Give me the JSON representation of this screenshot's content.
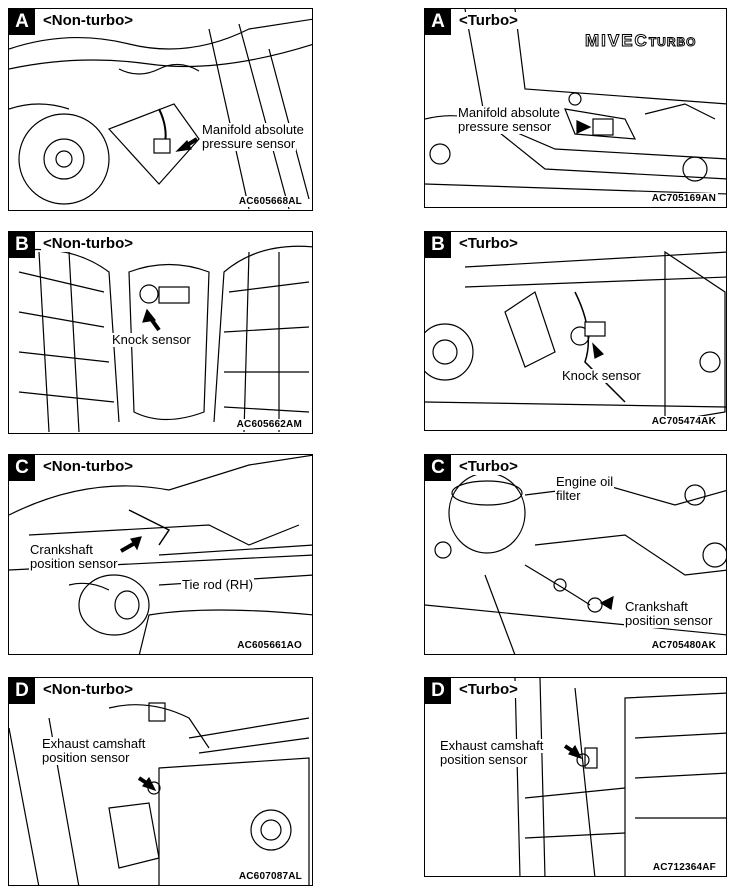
{
  "panels": [
    {
      "badge": "A",
      "variant": "<Non-turbo>",
      "code": "AC605668AL",
      "labels": [
        "Manifold absolute",
        "pressure sensor"
      ]
    },
    {
      "badge": "A",
      "variant": "<Turbo>",
      "code": "AC705169AN",
      "labels": [
        "Manifold absolute",
        "pressure sensor"
      ],
      "logo": "MIVEC",
      "logo_sub": "TURBO"
    },
    {
      "badge": "B",
      "variant": "<Non-turbo>",
      "code": "AC605662AM",
      "labels": [
        "Knock sensor"
      ]
    },
    {
      "badge": "B",
      "variant": "<Turbo>",
      "code": "AC705474AK",
      "labels": [
        "Knock sensor"
      ]
    },
    {
      "badge": "C",
      "variant": "<Non-turbo>",
      "code": "AC605661AO",
      "labels": [
        "Crankshaft",
        "position sensor",
        "Tie rod (RH)"
      ]
    },
    {
      "badge": "C",
      "variant": "<Turbo>",
      "code": "AC705480AK",
      "labels": [
        "Engine oil",
        "filter",
        "Crankshaft",
        "position sensor"
      ]
    },
    {
      "badge": "D",
      "variant": "<Non-turbo>",
      "code": "AC607087AL",
      "labels": [
        "Exhaust camshaft",
        "position sensor"
      ]
    },
    {
      "badge": "D",
      "variant": "<Turbo>",
      "code": "AC712364AF",
      "labels": [
        "Exhaust camshaft",
        "position sensor"
      ]
    }
  ]
}
